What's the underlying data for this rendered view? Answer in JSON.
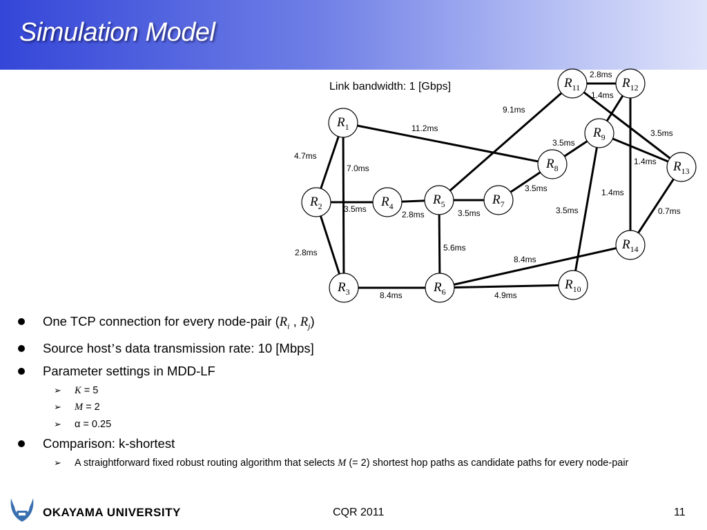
{
  "slide": {
    "title": "Simulation Model",
    "page_number": "11",
    "conference": "CQR 2011"
  },
  "university": {
    "name": "OKAYAMA  UNIVERSITY"
  },
  "network": {
    "bandwidth_label": "Link bandwidth: 1 [Gbps]",
    "node_letter": "R",
    "nodes": [
      {
        "id": "R1",
        "sub": "1"
      },
      {
        "id": "R2",
        "sub": "2"
      },
      {
        "id": "R3",
        "sub": "3"
      },
      {
        "id": "R4",
        "sub": "4"
      },
      {
        "id": "R5",
        "sub": "5"
      },
      {
        "id": "R6",
        "sub": "6"
      },
      {
        "id": "R7",
        "sub": "7"
      },
      {
        "id": "R8",
        "sub": "8"
      },
      {
        "id": "R9",
        "sub": "9"
      },
      {
        "id": "R10",
        "sub": "10"
      },
      {
        "id": "R11",
        "sub": "11"
      },
      {
        "id": "R12",
        "sub": "12"
      },
      {
        "id": "R13",
        "sub": "13"
      },
      {
        "id": "R14",
        "sub": "14"
      }
    ],
    "links": [
      {
        "from": "R11",
        "to": "R12",
        "delay": "2.8ms"
      },
      {
        "from": "R11",
        "to": "R13",
        "delay": "3.5ms"
      },
      {
        "from": "R12",
        "to": "R9",
        "delay": "1.4ms"
      },
      {
        "from": "R11",
        "to": "R5",
        "delay": "9.1ms"
      },
      {
        "from": "R1",
        "to": "R8",
        "delay": "11.2ms"
      },
      {
        "from": "R9",
        "to": "R13",
        "delay": ""
      },
      {
        "from": "R12",
        "to": "R14",
        "delay": "1.4ms"
      },
      {
        "from": "R9",
        "to": "R8",
        "delay": "3.5ms"
      },
      {
        "from": "R1",
        "to": "R2",
        "delay": "4.7ms"
      },
      {
        "from": "R1",
        "to": "R3",
        "delay": "7.0ms"
      },
      {
        "from": "R8",
        "to": "R7",
        "delay": "3.5ms"
      },
      {
        "from": "R13",
        "to": "R14",
        "delay": "0.7ms"
      },
      {
        "from": "R9",
        "to": "R10",
        "delay": "3.5ms"
      },
      {
        "from": "R2",
        "to": "R4",
        "delay": "3.5ms"
      },
      {
        "from": "R4",
        "to": "R5",
        "delay": "2.8ms"
      },
      {
        "from": "R5",
        "to": "R7",
        "delay": "3.5ms"
      },
      {
        "from": "R5",
        "to": "R6",
        "delay": "5.6ms"
      },
      {
        "from": "R6",
        "to": "R14",
        "delay": "8.4ms"
      },
      {
        "from": "R2",
        "to": "R3",
        "delay": "2.8ms"
      },
      {
        "from": "R3",
        "to": "R6",
        "delay": "8.4ms"
      },
      {
        "from": "R6",
        "to": "R10",
        "delay": "4.9ms"
      }
    ],
    "extra_label": "1.4ms"
  },
  "bullets": {
    "item1_text": "One TCP connection for every node-pair (",
    "item1_ri": "R",
    "item1_ri_sub": "i",
    "item1_sep": " , ",
    "item1_rj": "R",
    "item1_rj_sub": "j",
    "item1_end": ")",
    "item2_text": "Source host",
    "item2_apos": "’",
    "item2_rest": "s data transmission rate: 10 [Mbps]",
    "item3_text": "Parameter settings in MDD-LF",
    "sub_k_var": "K",
    "sub_k_val": " = 5",
    "sub_m_var": "M",
    "sub_m_val": " = 2",
    "sub_alpha": "α = 0.25",
    "item4_text": "Comparison: k-shortest",
    "sub4_text_a": "A straightforward fixed robust routing algorithm that selects ",
    "sub4_var": "M",
    "sub4_text_b": " (= 2) shortest hop paths as candidate paths for every node-pair"
  },
  "icons": {
    "bullet": "filled-circle-icon",
    "sub_bullet": "arrowhead-icon",
    "logo": "university-emblem-icon"
  },
  "colors": {
    "header_left": "#3446d8",
    "header_right": "#dfe3fa",
    "title": "#ffffff"
  }
}
